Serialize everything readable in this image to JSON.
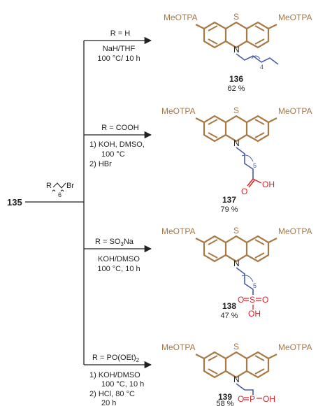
{
  "colors": {
    "ring": "#a87845",
    "acid": "#e0222a",
    "chain": "#4a5aa8",
    "text": "#222222"
  },
  "start": {
    "compound": "135",
    "reagent": {
      "r": "R",
      "sub": "6",
      "br": "Br"
    }
  },
  "branches": [
    {
      "cond_r": "R = H",
      "conditions": [
        "NaH/THF",
        "100 °C/ 10 h"
      ],
      "subscript": "4",
      "compound": "136",
      "yield": "62 %"
    },
    {
      "cond_r": "R = COOH",
      "conditions": [
        "1) KOH, DMSO,",
        "100 °C",
        "2) HBr"
      ],
      "subscript": "5",
      "compound": "137",
      "yield": "79 %",
      "groups": {
        "o": "O",
        "oh": "OH"
      }
    },
    {
      "cond_r_main": "R = SO",
      "cond_r_sub": "3",
      "cond_r_tail": "Na",
      "conditions": [
        "KOH/DMSO",
        "100 °C, 10 h"
      ],
      "subscript": "5",
      "compound": "138",
      "yield": "47 %",
      "groups": {
        "s": "S",
        "o": "O",
        "oh": "OH"
      }
    },
    {
      "cond_r_main": "R = PO(OEt)",
      "cond_r_sub": "2",
      "cond_r_tail": "",
      "conditions": [
        "1) KOH/DMSO",
        "100 °C, 10 h",
        "2) HCl, 80 °C",
        "20 h"
      ],
      "compound": "139",
      "yield": "58 %",
      "groups": {
        "p": "P",
        "o": "O",
        "oh": "OH"
      }
    }
  ],
  "core": {
    "left": "MeOTPA",
    "right": "MeOTPA",
    "s": "S",
    "n": "N"
  }
}
